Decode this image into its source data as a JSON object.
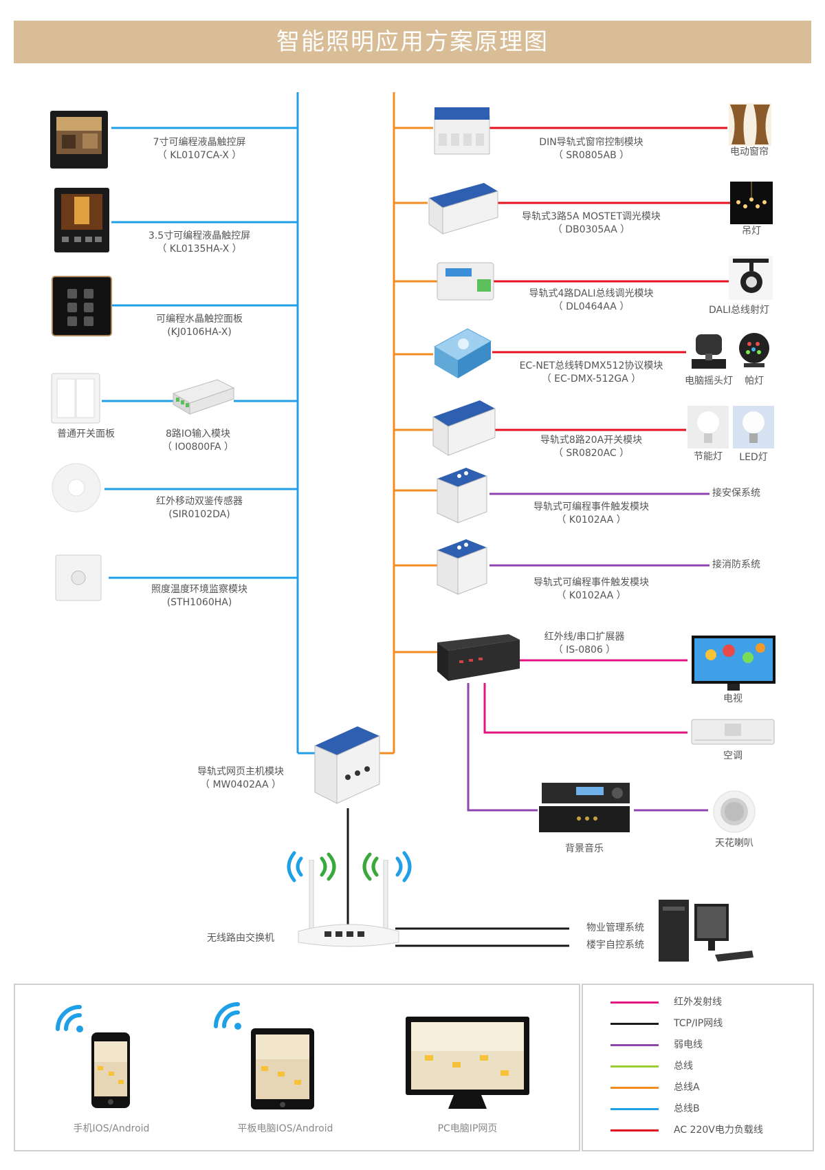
{
  "title": "智能照明应用方案原理图",
  "colors": {
    "ir": "#e3137f",
    "tcpip": "#1a1a1a",
    "weak": "#8e44ad",
    "busGreen": "#9acd32",
    "busA": "#f28c1e",
    "busB": "#1e9fe6",
    "ac": "#e3121c"
  },
  "left_devices": [
    {
      "name": "7寸可编程液晶触控屏",
      "model": "（ KL0107CA-X ）"
    },
    {
      "name": "3.5寸可编程液晶触控屏",
      "model": "（ KL0135HA-X ）"
    },
    {
      "name": "可编程水晶触控面板",
      "model": "(KJ0106HA-X)"
    },
    {
      "name": "普通开关面板",
      "model": ""
    },
    {
      "name": "8路IO输入模块",
      "model": "（ IO0800FA ）"
    },
    {
      "name": "红外移动双鉴传感器",
      "model": "(SIR0102DA)"
    },
    {
      "name": "照度温度环境监察模块",
      "model": "(STH1060HA)"
    }
  ],
  "right_modules": [
    {
      "name": "DIN导轨式窗帘控制模块",
      "model": "（ SR0805AB ）"
    },
    {
      "name": "导轨式3路5A MOSTET调光模块",
      "model": "（ DB0305AA ）"
    },
    {
      "name": "导轨式4路DALI总线调光模块",
      "model": "（ DL0464AA ）"
    },
    {
      "name": "EC-NET总线转DMX512协议模块",
      "model": "（ EC-DMX-512GA ）"
    },
    {
      "name": "导轨式8路20A开关模块",
      "model": "（ SR0820AC ）"
    },
    {
      "name": "导轨式可编程事件触发模块",
      "model": "（ K0102AA ）"
    },
    {
      "name": "导轨式可编程事件触发模块",
      "model": "（ K0102AA ）"
    },
    {
      "name": "红外线/串口扩展器",
      "model": "（ IS-0806 ）"
    }
  ],
  "loads": {
    "curtain": "电动窗帘",
    "chandelier": "吊灯",
    "dali_spot": "DALI总线射灯",
    "moving_head": "电脑摇头灯",
    "par": "帕灯",
    "cfl": "节能灯",
    "led": "LED灯",
    "security": "接安保系统",
    "fire": "接消防系统",
    "tv": "电视",
    "ac": "空调",
    "bg_music": "背景音乐",
    "ceiling_speaker": "天花喇叭"
  },
  "host": {
    "name": "导轨式网页主机模块",
    "model": "（ MW0402AA ）"
  },
  "router": "无线路由交换机",
  "systems": [
    "物业管理系统",
    "楼宇自控系统"
  ],
  "clients": [
    "手机IOS/Android",
    "平板电脑IOS/Android",
    "PC电脑IP网页"
  ],
  "legend": [
    {
      "label": "红外发射线",
      "color": "#e3137f"
    },
    {
      "label": "TCP/IP网线",
      "color": "#1a1a1a"
    },
    {
      "label": "弱电线",
      "color": "#8e44ad"
    },
    {
      "label": "总线",
      "color": "#9acd32"
    },
    {
      "label": "总线A",
      "color": "#f28c1e"
    },
    {
      "label": "总线B",
      "color": "#1e9fe6"
    },
    {
      "label": "AC 220V电力负载线",
      "color": "#e3121c"
    }
  ]
}
